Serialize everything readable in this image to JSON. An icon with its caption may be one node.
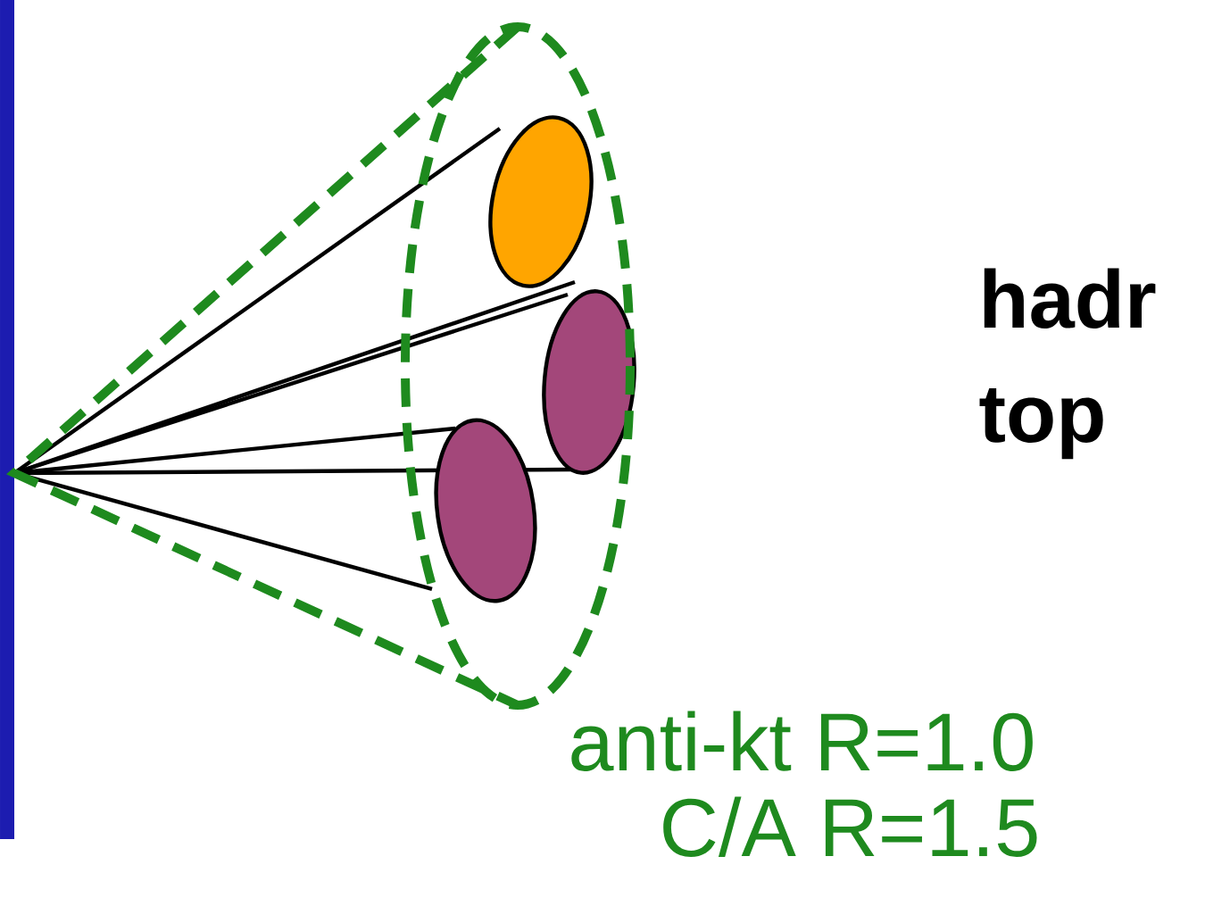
{
  "diagram": {
    "labels": [
      "hadr top",
      "anti-kt R=1.0",
      "C/A R=1.5"
    ]
  }
}
